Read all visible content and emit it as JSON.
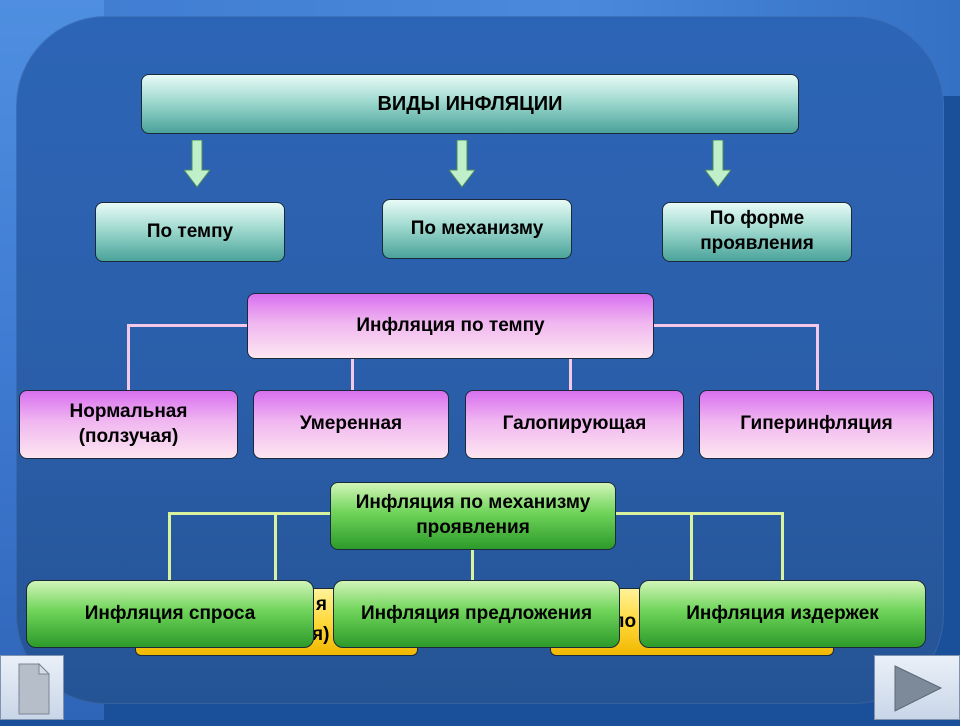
{
  "title": "ВИДЫ ИНФЛЯЦИИ",
  "categories": {
    "tempo": "По темпу",
    "mechanism": "По механизму",
    "form": "По форме проявления"
  },
  "tempo_section": {
    "header": "Инфляция по темпу",
    "items": [
      "Нормальная (ползучая)",
      "Умеренная",
      "Галопирующая",
      "Гиперинфляция"
    ]
  },
  "mechanism_section": {
    "header": "Инфляция по механизму проявления",
    "items": [
      "Инфляция спроса",
      "Инфляция предложения",
      "Инфляция издержек"
    ],
    "hidden_fragments": [
      "я",
      "я)",
      "по"
    ]
  },
  "nav": {
    "left_icon": "document-icon",
    "right_icon": "play-next-icon"
  },
  "colors": {
    "background": "#2a5ea9",
    "teal_box": "#9fd9cf",
    "pink_box": "#f0b6f0",
    "green_box": "#6fd45a",
    "yellow_box": "#ffd93b"
  }
}
